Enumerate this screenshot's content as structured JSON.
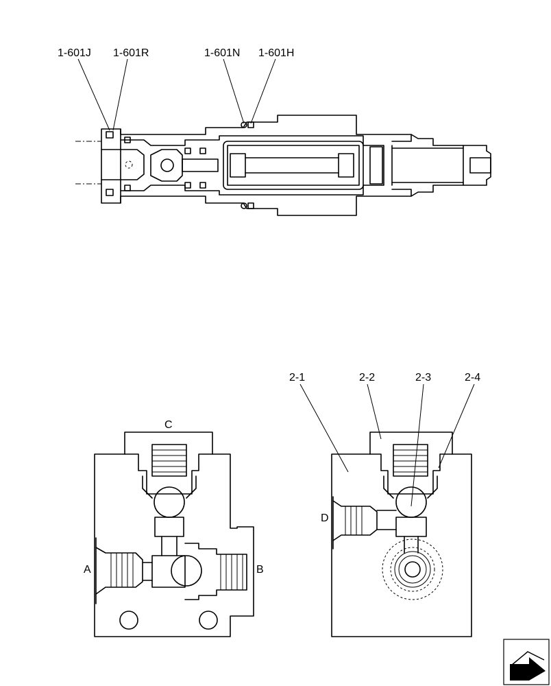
{
  "labels": {
    "part_1_601J": "1-601J",
    "part_1_601R": "1-601R",
    "part_1_601N": "1-601N",
    "part_1_601H": "1-601H",
    "part_2_1": "2-1",
    "part_2_2": "2-2",
    "part_2_3": "2-3",
    "part_2_4": "2-4",
    "port_a": "A",
    "port_b": "B",
    "port_c": "C",
    "port_d": "D"
  },
  "icons": {
    "corner_nav": "page-turn-arrow-icon"
  }
}
